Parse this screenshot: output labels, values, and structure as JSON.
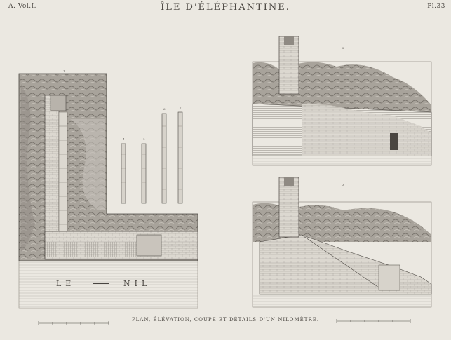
{
  "header": {
    "volume": "A. Vol.I.",
    "title": "ÎLE D'ÉLÉPHANTINE.",
    "plate": "Pl.33"
  },
  "river_label": {
    "word1": "LE",
    "word2": "NIL"
  },
  "caption": "PLAN, ÉLÉVATION, COUPE ET DÉTAILS D'UN NILOMÈTRE.",
  "figure_numbers": [
    "1",
    "2",
    "3",
    "4",
    "5",
    "6",
    "7"
  ],
  "colors": {
    "paper": "#ebe8e1",
    "ink": "#4a4641",
    "shade": "#8f8a83",
    "light": "#cfcbc3"
  }
}
